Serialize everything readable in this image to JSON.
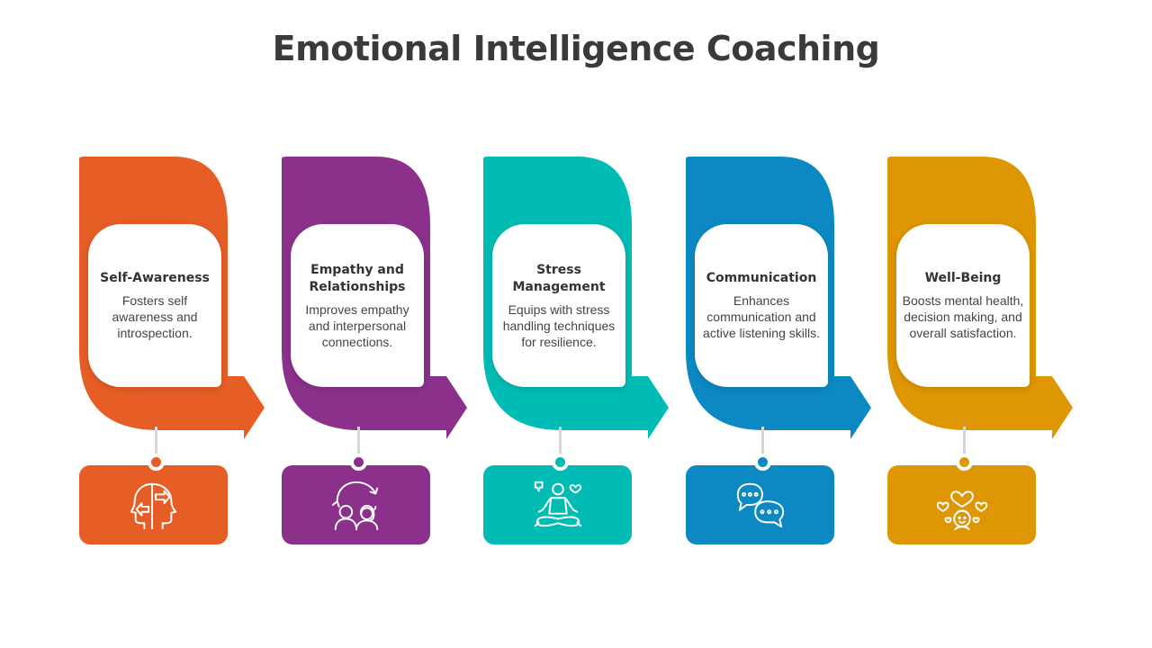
{
  "title": "Emotional Intelligence Coaching",
  "steps": [
    {
      "title": "Self-Awareness",
      "description": "Fosters self awareness and introspection.",
      "color": "#E65E25",
      "icon": "self-awareness-head-icon"
    },
    {
      "title": "Empathy and Relationships",
      "description": "Improves empathy and interpersonal connections.",
      "color": "#8B318C",
      "icon": "relationship-people-icon"
    },
    {
      "title": "Stress Management",
      "description": "Equips with stress handling techniques for resilience.",
      "color": "#00BCB4",
      "icon": "meditation-icon"
    },
    {
      "title": "Communication",
      "description": "Enhances communication and active listening skills.",
      "color": "#0C89C2",
      "icon": "chat-bubbles-icon"
    },
    {
      "title": "Well-Being",
      "description": "Boosts mental health, decision making, and overall satisfaction.",
      "color": "#DE9603",
      "icon": "wellbeing-hearts-icon"
    }
  ]
}
